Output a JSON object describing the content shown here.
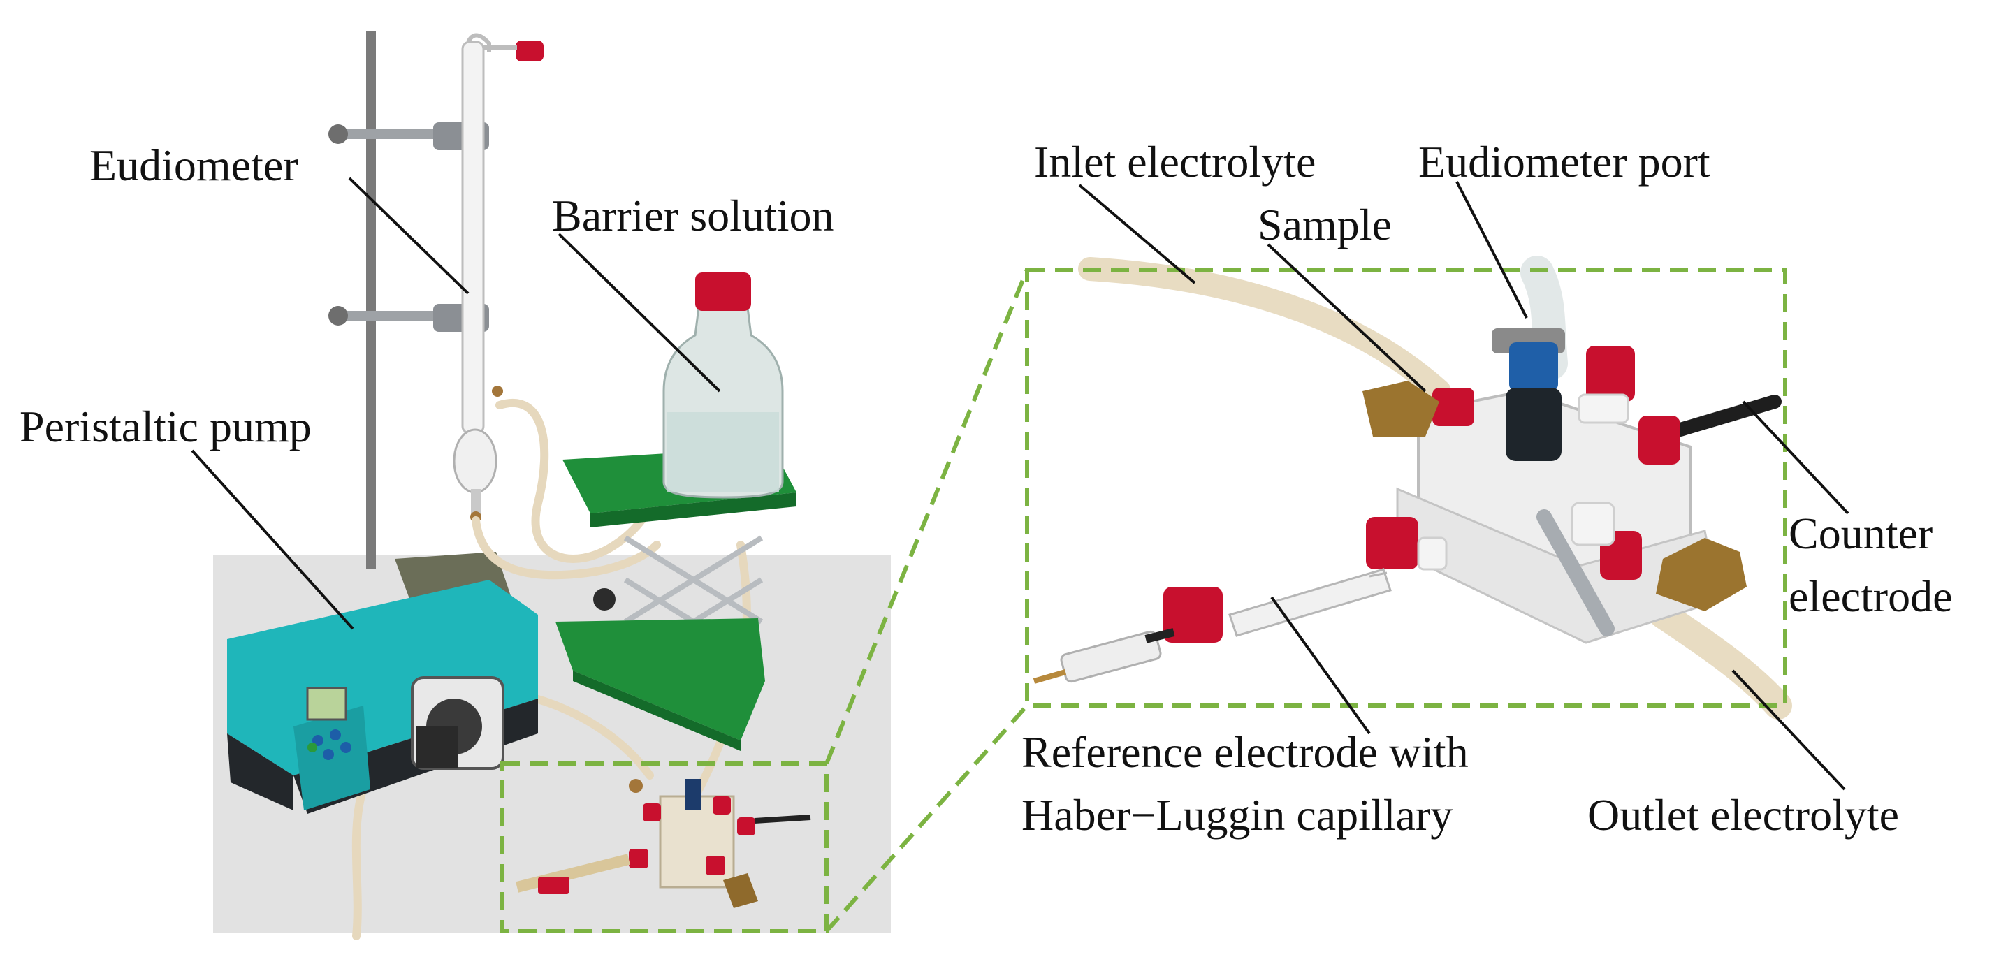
{
  "labels": {
    "eudiometer": "Eudiometer",
    "barrier_solution": "Barrier solution",
    "peristaltic_pump": "Peristaltic pump",
    "inlet_electrolyte": "Inlet electrolyte",
    "eudiometer_port": "Eudiometer port",
    "sample": "Sample",
    "counter_electrode_line1": "Counter",
    "counter_electrode_line2": "electrode",
    "reference_electrode_line1": "Reference electrode with",
    "reference_electrode_line2": "Haber−Luggin capillary",
    "outlet_electrolyte": "Outlet electrolyte"
  },
  "colors": {
    "zoom_frame": "#7cb342",
    "pump_body": "#1fb6ba",
    "jack_green": "#1f8f3a",
    "cap_red": "#c8102e",
    "tube": "#e8dcc2",
    "background_panel": "#dedede"
  }
}
